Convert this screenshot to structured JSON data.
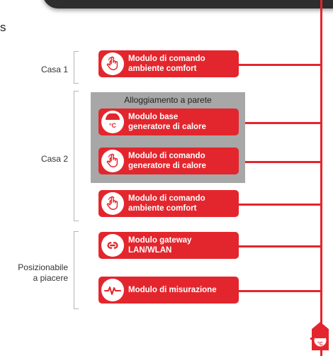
{
  "partial_heading": "s",
  "groups": {
    "casa1": "Casa 1",
    "casa2": "Casa 2",
    "posizionabile": "Posizionabile\na piacere"
  },
  "wall_mount": {
    "title": "Alloggiamento a parete"
  },
  "modules": [
    {
      "label": "Modulo di comando\nambiente comfort",
      "icon": "hand-touch-icon"
    },
    {
      "label": "Modulo base\ngeneratore di calore",
      "icon": "celsius-thermostat-icon"
    },
    {
      "label": "Modulo di comando\ngeneratore di calore",
      "icon": "hand-touch-icon"
    },
    {
      "label": "Modulo di comando\nambiente comfort",
      "icon": "hand-touch-icon"
    },
    {
      "label": "Modulo gateway\nLAN/WLAN",
      "icon": "link-icon"
    },
    {
      "label": "Modulo di misurazione",
      "icon": "pulse-wave-icon"
    }
  ],
  "colors": {
    "accent": "#e3262d",
    "wall": "#a7a7a7",
    "device": "#2e2e2e"
  },
  "sensor": {
    "icon": "outdoor-sensor-icon",
    "unit": "°C"
  }
}
